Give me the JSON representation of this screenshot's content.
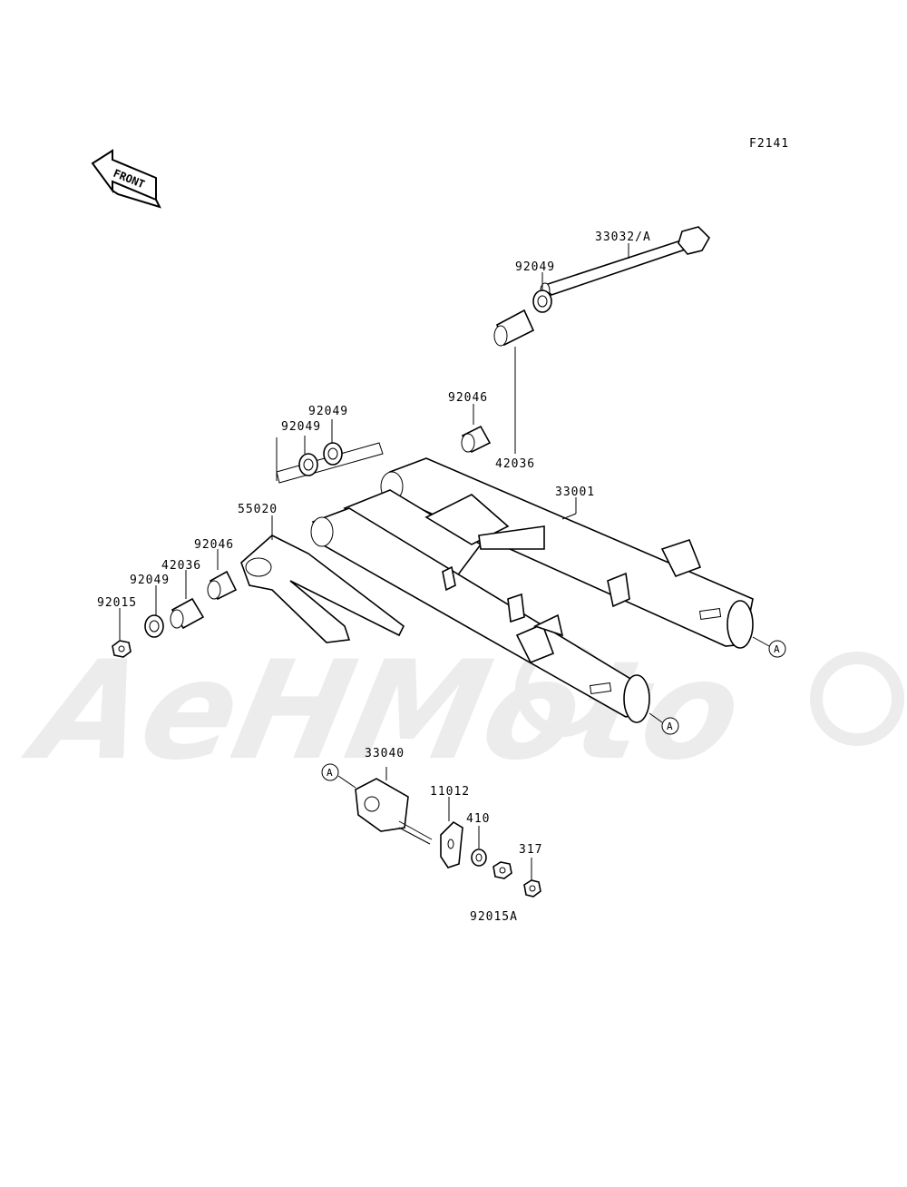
{
  "figure_code": "F2141",
  "front_label": "FRONT",
  "watermark": "AeHMoto",
  "ref_marker": "A",
  "parts": {
    "p33032": "33032/A",
    "p92049_top": "92049",
    "p92046_top": "92046",
    "p42036_top": "42036",
    "p92049_a": "92049",
    "p92049_b": "92049",
    "p33001": "33001",
    "p55020": "55020",
    "p92046_left": "92046",
    "p42036_left": "42036",
    "p92049_left": "92049",
    "p92015": "92015",
    "p33040": "33040",
    "p11012": "11012",
    "p410": "410",
    "p317": "317",
    "p92015A": "92015A"
  }
}
